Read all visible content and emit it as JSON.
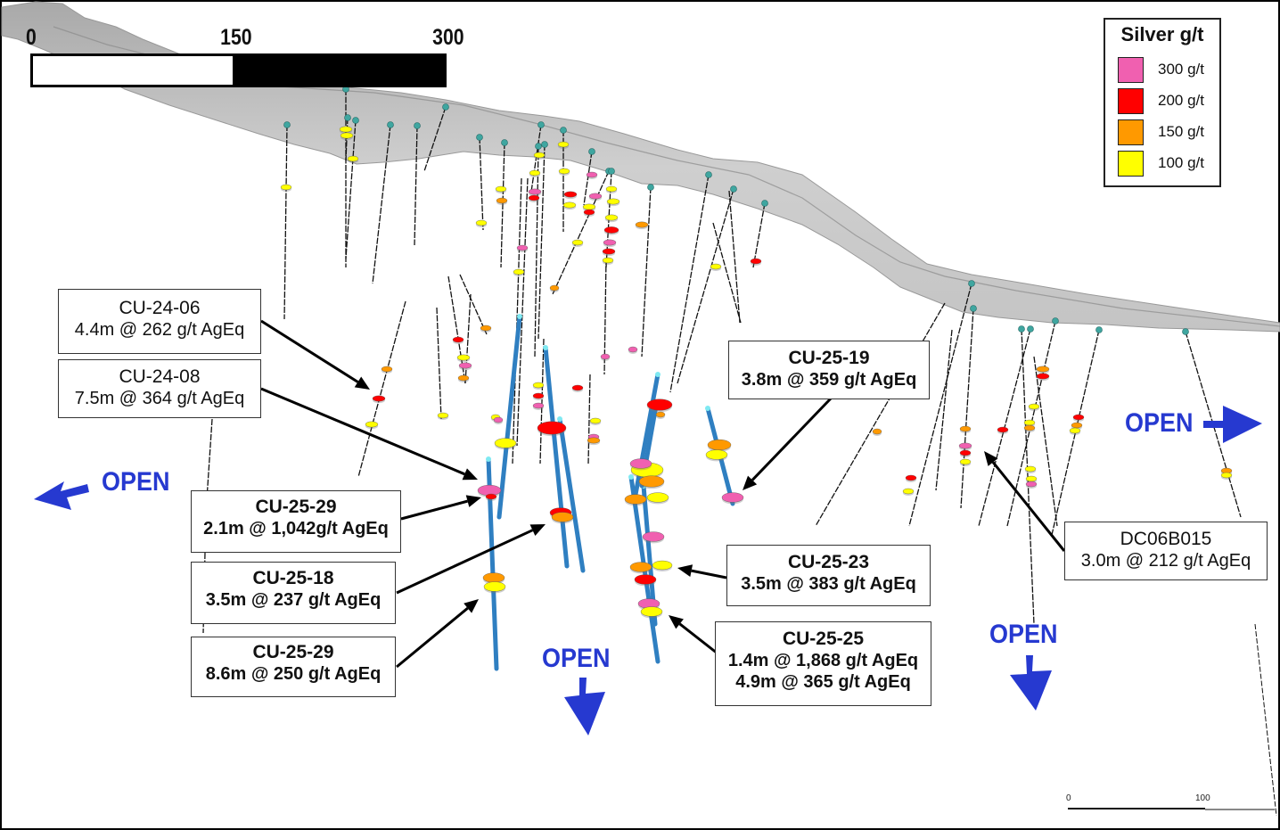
{
  "figure": {
    "type": "long-section drill hole diagram",
    "colors": {
      "terrain": "#c8c8c8",
      "terrain_dark": "#9a9a9a",
      "collar": "#3fa6a0",
      "drill_trace": "#111111",
      "new_hole_trace": "#2f7fc1",
      "new_hole_tip": "#7fe9f2",
      "open_arrow": "#2639d0",
      "callout_arrow": "#000000"
    }
  },
  "scale_bar": {
    "labels": [
      "0",
      "150",
      "300"
    ]
  },
  "mini_scale_bar": {
    "labels": [
      "0",
      "100"
    ]
  },
  "legend": {
    "title": "Silver g/t",
    "items": [
      {
        "label": "300 g/t",
        "color": "#f060b0"
      },
      {
        "label": "200 g/t",
        "color": "#ff0000"
      },
      {
        "label": "150 g/t",
        "color": "#ff9900"
      },
      {
        "label": "100 g/t",
        "color": "#ffff00"
      }
    ]
  },
  "open_labels": [
    {
      "id": "left",
      "text": "OPEN",
      "direction": "left"
    },
    {
      "id": "right",
      "text": "OPEN",
      "direction": "right"
    },
    {
      "id": "center-down",
      "text": "OPEN",
      "direction": "down"
    },
    {
      "id": "right-down",
      "text": "OPEN",
      "direction": "down"
    }
  ],
  "callouts": [
    {
      "id": "cu-24-06",
      "hole": "CU-24-06",
      "lines": [
        "4.4m @ 262 g/t AgEq"
      ],
      "style": "plain"
    },
    {
      "id": "cu-24-08",
      "hole": "CU-24-08",
      "lines": [
        "7.5m @ 364 g/t AgEq"
      ],
      "style": "plain"
    },
    {
      "id": "cu-25-29-a",
      "hole": "CU-25-29",
      "lines": [
        "2.1m @ 1,042g/t AgEq"
      ],
      "style": "bold"
    },
    {
      "id": "cu-25-18",
      "hole": "CU-25-18",
      "lines": [
        "3.5m @ 237 g/t AgEq"
      ],
      "style": "bold"
    },
    {
      "id": "cu-25-29-b",
      "hole": "CU-25-29",
      "lines": [
        "8.6m @ 250 g/t AgEq"
      ],
      "style": "bold"
    },
    {
      "id": "cu-25-19",
      "hole": "CU-25-19",
      "lines": [
        "3.8m @ 359 g/t AgEq"
      ],
      "style": "bold"
    },
    {
      "id": "cu-25-23",
      "hole": "CU-25-23",
      "lines": [
        "3.5m @ 383 g/t AgEq"
      ],
      "style": "bold"
    },
    {
      "id": "cu-25-25",
      "hole": "CU-25-25",
      "lines": [
        "1.4m @ 1,868 g/t AgEq",
        "4.9m @ 365 g/t AgEq"
      ],
      "style": "bold"
    },
    {
      "id": "dc06b015",
      "hole": "DC06B015",
      "lines": [
        "3.0m @ 212 g/t AgEq"
      ],
      "style": "plain"
    }
  ]
}
